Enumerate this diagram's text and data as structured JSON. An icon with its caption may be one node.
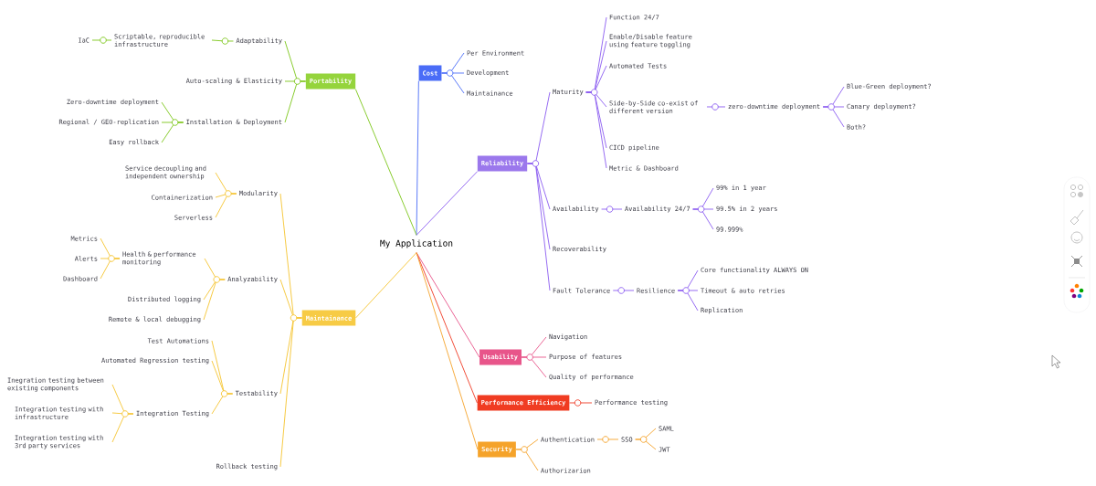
{
  "diagram": {
    "nodes": [
      {
        "text": [
          "My Application"
        ]
      },
      {
        "text": [
          "Cost"
        ]
      },
      {
        "text": [
          "Per Environment"
        ]
      },
      {
        "text": [
          "Development"
        ]
      },
      {
        "text": [
          "Maintainance"
        ]
      },
      {
        "text": [
          "Portability"
        ]
      },
      {
        "text": [
          "Adaptability"
        ]
      },
      {
        "text": [
          "Scriptable, reproducible infrastructure"
        ]
      },
      {
        "text": [
          "IaC"
        ]
      },
      {
        "text": [
          "Auto-scaling & Elasticity"
        ]
      },
      {
        "text": [
          "Installation & Deployment"
        ]
      },
      {
        "text": [
          "Zero-downtime deployment"
        ]
      },
      {
        "text": [
          "Regional / GEO-replication"
        ]
      },
      {
        "text": [
          "Easy rollback"
        ]
      },
      {
        "text": [
          "Maintainance"
        ]
      },
      {
        "text": [
          "Modularity"
        ]
      },
      {
        "text": [
          "Service decoupling and independent ownership"
        ]
      },
      {
        "text": [
          "Containerization"
        ]
      },
      {
        "text": [
          "Serverless"
        ]
      },
      {
        "text": [
          "Analyzability"
        ]
      },
      {
        "text": [
          "Health & performance monitoring"
        ]
      },
      {
        "text": [
          "Metrics"
        ]
      },
      {
        "text": [
          "Alerts"
        ]
      },
      {
        "text": [
          "Dashboard"
        ]
      },
      {
        "text": [
          "Distributed logging"
        ]
      },
      {
        "text": [
          "Remote & local debugging"
        ]
      },
      {
        "text": [
          "Testability"
        ]
      },
      {
        "text": [
          "Test Automations"
        ]
      },
      {
        "text": [
          "Automated Regression testing"
        ]
      },
      {
        "text": [
          "Integration Testing"
        ]
      },
      {
        "text": [
          "Inegration testing between existing components"
        ]
      },
      {
        "text": [
          "Integration testing with infrastructure"
        ]
      },
      {
        "text": [
          "Integration testing with 3rd party services"
        ]
      },
      {
        "text": [
          "Rollback testing"
        ]
      },
      {
        "text": [
          "Reliability"
        ]
      },
      {
        "text": [
          "Maturity"
        ]
      },
      {
        "text": [
          "Function 24/7"
        ]
      },
      {
        "text": [
          "Enable/Disable feature using feature toggling"
        ]
      },
      {
        "text": [
          "Automated Tests"
        ]
      },
      {
        "text": [
          "Side-by-Side co-exist of different version"
        ]
      },
      {
        "text": [
          "zero-downtime deployment"
        ]
      },
      {
        "text": [
          "Blue-Green deployment?"
        ]
      },
      {
        "text": [
          "Canary deployment?"
        ]
      },
      {
        "text": [
          "Both?"
        ]
      },
      {
        "text": [
          "CICD pipeline"
        ]
      },
      {
        "text": [
          "Metric & Dashboard"
        ]
      },
      {
        "text": [
          "Availability"
        ]
      },
      {
        "text": [
          "Availability 24/7"
        ]
      },
      {
        "text": [
          "99% in 1 year"
        ]
      },
      {
        "text": [
          "99.5% in 2 years"
        ]
      },
      {
        "text": [
          "99.999%"
        ]
      },
      {
        "text": [
          "Recoverability"
        ]
      },
      {
        "text": [
          "Fault Tolerance"
        ]
      },
      {
        "text": [
          "Resilience"
        ]
      },
      {
        "text": [
          "Core functionality ALWAYS ON"
        ]
      },
      {
        "text": [
          "Timeout & auto retries"
        ]
      },
      {
        "text": [
          "Replication"
        ]
      },
      {
        "text": [
          "Usability"
        ]
      },
      {
        "text": [
          "Navigation"
        ]
      },
      {
        "text": [
          "Purpose of features"
        ]
      },
      {
        "text": [
          "Quality of performance"
        ]
      },
      {
        "text": [
          "Performance Efficiency"
        ]
      },
      {
        "text": [
          "Performance testing"
        ]
      },
      {
        "text": [
          "Security"
        ]
      },
      {
        "text": [
          "Authentication"
        ]
      },
      {
        "text": [
          "SSO"
        ]
      },
      {
        "text": [
          "SAML"
        ]
      },
      {
        "text": [
          "JWT"
        ]
      },
      {
        "text": [
          "Authorizarion"
        ]
      }
    ],
    "edges": [
      {
        "from": 0,
        "to": 1,
        "arrow": "none",
        "color": "#4a6cf7"
      },
      {
        "from": 0,
        "to": 5,
        "arrow": "none",
        "color": "#7cc618"
      },
      {
        "from": 0,
        "to": 14,
        "arrow": "none",
        "color": "#f5c430"
      },
      {
        "from": 0,
        "to": 34,
        "arrow": "none",
        "color": "#8b5cf0"
      },
      {
        "from": 0,
        "to": 57,
        "arrow": "none",
        "color": "#e8558a"
      },
      {
        "from": 0,
        "to": 61,
        "arrow": "none",
        "color": "#ef3a24"
      },
      {
        "from": 0,
        "to": 63,
        "arrow": "none",
        "color": "#f5a32a"
      },
      {
        "from": 1,
        "to": 2,
        "arrow": "none",
        "color": "#4a6cf7"
      },
      {
        "from": 1,
        "to": 3,
        "arrow": "none",
        "color": "#4a6cf7"
      },
      {
        "from": 1,
        "to": 4,
        "arrow": "none",
        "color": "#4a6cf7"
      },
      {
        "from": 5,
        "to": 6,
        "arrow": "none",
        "color": "#7cc618"
      },
      {
        "from": 5,
        "to": 9,
        "arrow": "none",
        "color": "#7cc618"
      },
      {
        "from": 5,
        "to": 10,
        "arrow": "none",
        "color": "#7cc618"
      },
      {
        "from": 6,
        "to": 7,
        "arrow": "none",
        "color": "#7cc618"
      },
      {
        "from": 7,
        "to": 8,
        "arrow": "none",
        "color": "#7cc618"
      },
      {
        "from": 10,
        "to": 11,
        "arrow": "none",
        "color": "#7cc618"
      },
      {
        "from": 10,
        "to": 12,
        "arrow": "none",
        "color": "#7cc618"
      },
      {
        "from": 10,
        "to": 13,
        "arrow": "none",
        "color": "#7cc618"
      },
      {
        "from": 14,
        "to": 15,
        "arrow": "none",
        "color": "#f5c430"
      },
      {
        "from": 14,
        "to": 19,
        "arrow": "none",
        "color": "#f5c430"
      },
      {
        "from": 14,
        "to": 26,
        "arrow": "none",
        "color": "#f5c430"
      },
      {
        "from": 14,
        "to": 33,
        "arrow": "none",
        "color": "#f5c430"
      },
      {
        "from": 15,
        "to": 16,
        "arrow": "none",
        "color": "#f5c430"
      },
      {
        "from": 15,
        "to": 17,
        "arrow": "none",
        "color": "#f5c430"
      },
      {
        "from": 15,
        "to": 18,
        "arrow": "none",
        "color": "#f5c430"
      },
      {
        "from": 19,
        "to": 20,
        "arrow": "none",
        "color": "#f5c430"
      },
      {
        "from": 19,
        "to": 24,
        "arrow": "none",
        "color": "#f5c430"
      },
      {
        "from": 19,
        "to": 25,
        "arrow": "none",
        "color": "#f5c430"
      },
      {
        "from": 20,
        "to": 21,
        "arrow": "none",
        "color": "#f5c430"
      },
      {
        "from": 20,
        "to": 22,
        "arrow": "none",
        "color": "#f5c430"
      },
      {
        "from": 20,
        "to": 23,
        "arrow": "none",
        "color": "#f5c430"
      },
      {
        "from": 26,
        "to": 27,
        "arrow": "none",
        "color": "#f5c430"
      },
      {
        "from": 26,
        "to": 28,
        "arrow": "none",
        "color": "#f5c430"
      },
      {
        "from": 26,
        "to": 29,
        "arrow": "none",
        "color": "#f5c430"
      },
      {
        "from": 29,
        "to": 30,
        "arrow": "none",
        "color": "#f5c430"
      },
      {
        "from": 29,
        "to": 31,
        "arrow": "none",
        "color": "#f5c430"
      },
      {
        "from": 29,
        "to": 32,
        "arrow": "none",
        "color": "#f5c430"
      },
      {
        "from": 34,
        "to": 35,
        "arrow": "none",
        "color": "#8b5cf0"
      },
      {
        "from": 34,
        "to": 46,
        "arrow": "none",
        "color": "#8b5cf0"
      },
      {
        "from": 34,
        "to": 51,
        "arrow": "none",
        "color": "#8b5cf0"
      },
      {
        "from": 34,
        "to": 52,
        "arrow": "none",
        "color": "#8b5cf0"
      },
      {
        "from": 35,
        "to": 36,
        "arrow": "none",
        "color": "#8b5cf0"
      },
      {
        "from": 35,
        "to": 37,
        "arrow": "none",
        "color": "#8b5cf0"
      },
      {
        "from": 35,
        "to": 38,
        "arrow": "none",
        "color": "#8b5cf0"
      },
      {
        "from": 35,
        "to": 39,
        "arrow": "none",
        "color": "#8b5cf0"
      },
      {
        "from": 35,
        "to": 44,
        "arrow": "none",
        "color": "#8b5cf0"
      },
      {
        "from": 35,
        "to": 45,
        "arrow": "none",
        "color": "#8b5cf0"
      },
      {
        "from": 39,
        "to": 40,
        "arrow": "none",
        "color": "#8b5cf0"
      },
      {
        "from": 40,
        "to": 41,
        "arrow": "none",
        "color": "#8b5cf0"
      },
      {
        "from": 40,
        "to": 42,
        "arrow": "none",
        "color": "#8b5cf0"
      },
      {
        "from": 40,
        "to": 43,
        "arrow": "none",
        "color": "#8b5cf0"
      },
      {
        "from": 46,
        "to": 47,
        "arrow": "none",
        "color": "#8b5cf0"
      },
      {
        "from": 47,
        "to": 48,
        "arrow": "none",
        "color": "#8b5cf0"
      },
      {
        "from": 47,
        "to": 49,
        "arrow": "none",
        "color": "#8b5cf0"
      },
      {
        "from": 47,
        "to": 50,
        "arrow": "none",
        "color": "#8b5cf0"
      },
      {
        "from": 52,
        "to": 53,
        "arrow": "none",
        "color": "#8b5cf0"
      },
      {
        "from": 53,
        "to": 54,
        "arrow": "none",
        "color": "#8b5cf0"
      },
      {
        "from": 53,
        "to": 55,
        "arrow": "none",
        "color": "#8b5cf0"
      },
      {
        "from": 53,
        "to": 56,
        "arrow": "none",
        "color": "#8b5cf0"
      },
      {
        "from": 57,
        "to": 58,
        "arrow": "none",
        "color": "#e8558a"
      },
      {
        "from": 57,
        "to": 59,
        "arrow": "none",
        "color": "#e8558a"
      },
      {
        "from": 57,
        "to": 60,
        "arrow": "none",
        "color": "#e8558a"
      },
      {
        "from": 61,
        "to": 62,
        "arrow": "none",
        "color": "#ef3a24"
      },
      {
        "from": 63,
        "to": 64,
        "arrow": "none",
        "color": "#f5a32a"
      },
      {
        "from": 63,
        "to": 68,
        "arrow": "none",
        "color": "#f5a32a"
      },
      {
        "from": 64,
        "to": 65,
        "arrow": "none",
        "color": "#f5a32a"
      },
      {
        "from": 65,
        "to": 66,
        "arrow": "none",
        "color": "#f5a32a"
      },
      {
        "from": 65,
        "to": 67,
        "arrow": "none",
        "color": "#f5a32a"
      }
    ]
  }
}
